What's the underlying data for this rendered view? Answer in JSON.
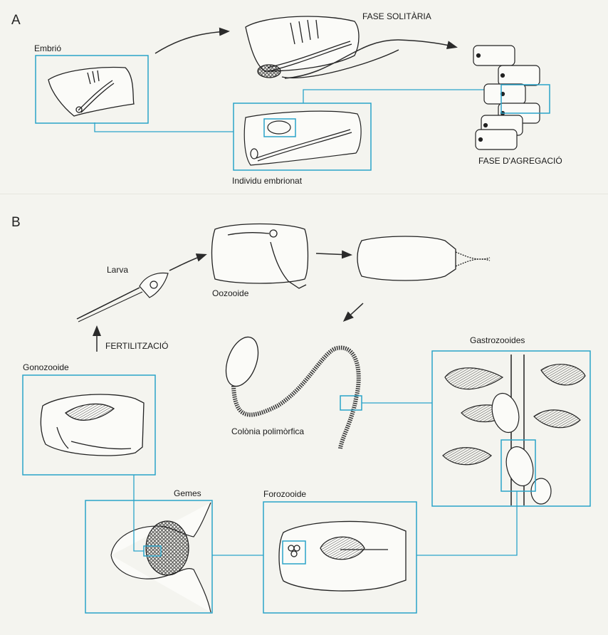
{
  "panels": {
    "a": {
      "letter": "A",
      "labels": {
        "embryo": "Embrió",
        "solitary_phase": "FASE SOLITÀRIA",
        "aggregation_phase": "FASE D'AGREGACIÓ",
        "embryonated_individual": "Individu embrionat"
      }
    },
    "b": {
      "letter": "B",
      "labels": {
        "larva": "Larva",
        "oozooid": "Oozooide",
        "fertilization": "FERTILITZACIÓ",
        "gonozooid": "Gonozooide",
        "polymorphic_colony": "Colònia polimòrfica",
        "gastrozooids": "Gastrozooides",
        "buds": "Gemes",
        "phorozooid": "Forozooide"
      }
    }
  },
  "colors": {
    "box_outline": "#2aa3c9",
    "ink": "#1a1a1a",
    "background": "#f4f4ef"
  }
}
